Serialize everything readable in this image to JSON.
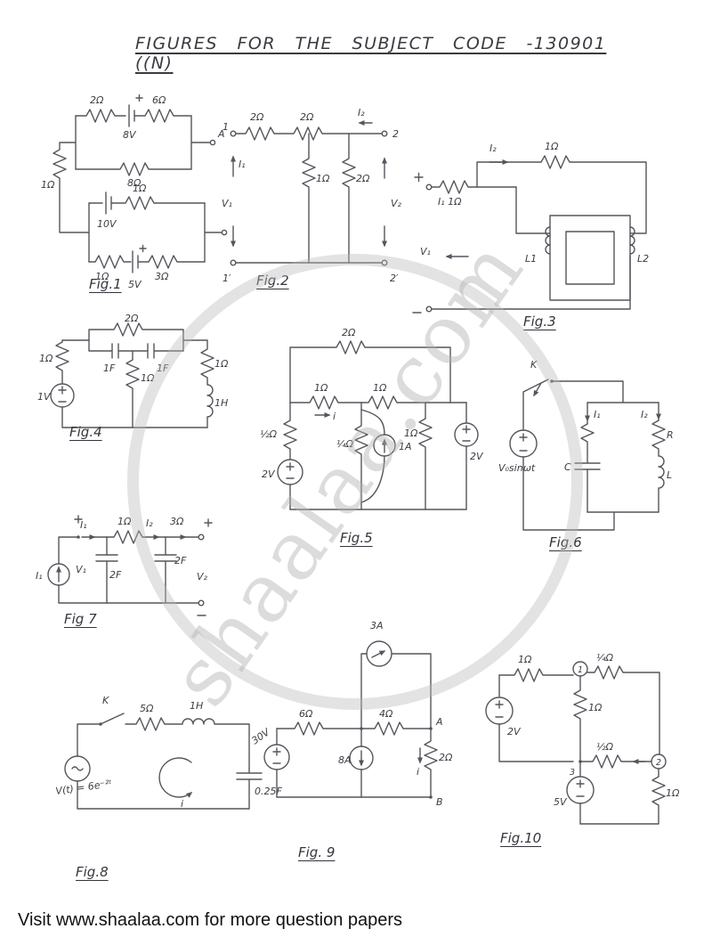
{
  "page": {
    "title": "FIGURES FOR THE SUBJECT CODE -130901 ((N)",
    "footer": "Visit www.shaalaa.com for more question papers",
    "watermark": "shaalaa.com",
    "ink_color": "#55555c",
    "paper_color": "#ffffff",
    "watermark_color": "#bababa"
  },
  "figures": {
    "fig1": {
      "caption": "Fig.1",
      "labels": {
        "r1": "2Ω",
        "v8": "8V",
        "r2": "6Ω",
        "r3": "8Ω",
        "rL": "1Ω",
        "termA": "A",
        "v10": "10V",
        "r4": "1Ω",
        "r5": "1Ω",
        "v5": "5V",
        "r6": "3Ω"
      }
    },
    "fig2": {
      "caption": "Fig.2",
      "labels": {
        "t1": "1",
        "i1": "I₁",
        "v1": "V₁",
        "t1p": "1′",
        "rs1": "2Ω",
        "rs2": "2Ω",
        "i2": "I₂",
        "t2": "2",
        "rsh1": "1Ω",
        "rsh2": "2Ω",
        "v2": "V₂",
        "t2p": "2′"
      }
    },
    "fig3": {
      "caption": "Fig.3",
      "labels": {
        "i2": "I₂",
        "rtop": "1Ω",
        "rin": "I₁ 1Ω",
        "v1": "V₁",
        "l1": "L1",
        "l2": "L2"
      }
    },
    "fig4": {
      "caption": "Fig.4",
      "labels": {
        "rl": "1Ω",
        "rt": "2Ω",
        "c1": "1F",
        "c2": "1F",
        "rm": "1Ω",
        "src": "1V",
        "rr": "1Ω",
        "lr": "1H"
      }
    },
    "fig5": {
      "caption": "Fig.5",
      "labels": {
        "rt": "2Ω",
        "rm1": "1Ω",
        "i": "i",
        "rm2": "1Ω",
        "rleft": "½Ω",
        "vleft": "2V",
        "rquarter": "¼Ω",
        "isrc": "1A",
        "rright": "1Ω",
        "vright": "2V"
      }
    },
    "fig6": {
      "caption": "Fig.6",
      "labels": {
        "k": "K",
        "src": "V₀sinωt",
        "i1": "I₁",
        "c": "C",
        "i2": "I₂",
        "r": "R",
        "l": "L"
      }
    },
    "fig7": {
      "caption": "Fig 7",
      "labels": {
        "isrc": "I₁",
        "i1": "I₁",
        "rs": "1Ω",
        "i2": "I₂",
        "rout": "3Ω",
        "v1": "V₁",
        "c1": "2F",
        "c2": "2F",
        "v2": "V₂"
      }
    },
    "fig8": {
      "caption": "Fig.8",
      "labels": {
        "k": "K",
        "r": "5Ω",
        "l": "1H",
        "src": "V(t) = 6e⁻²ᵗ",
        "i": "i",
        "c": "0.25F"
      }
    },
    "fig9": {
      "caption": "Fig. 9",
      "labels": {
        "itop": "3A",
        "rl": "6Ω",
        "rr": "4Ω",
        "na": "A",
        "vsrc": "30V",
        "imid": "8A",
        "rout": "2Ω",
        "i": "i",
        "nb": "B"
      }
    },
    "fig10": {
      "caption": "Fig.10",
      "labels": {
        "rtl": "1Ω",
        "n1": "1",
        "rtr": "¼Ω",
        "vsrc": "2V",
        "rmid": "1Ω",
        "rhalf": "½Ω",
        "n2": "2",
        "n3": "3",
        "vbot": "5V",
        "rbr": "1Ω"
      }
    }
  }
}
